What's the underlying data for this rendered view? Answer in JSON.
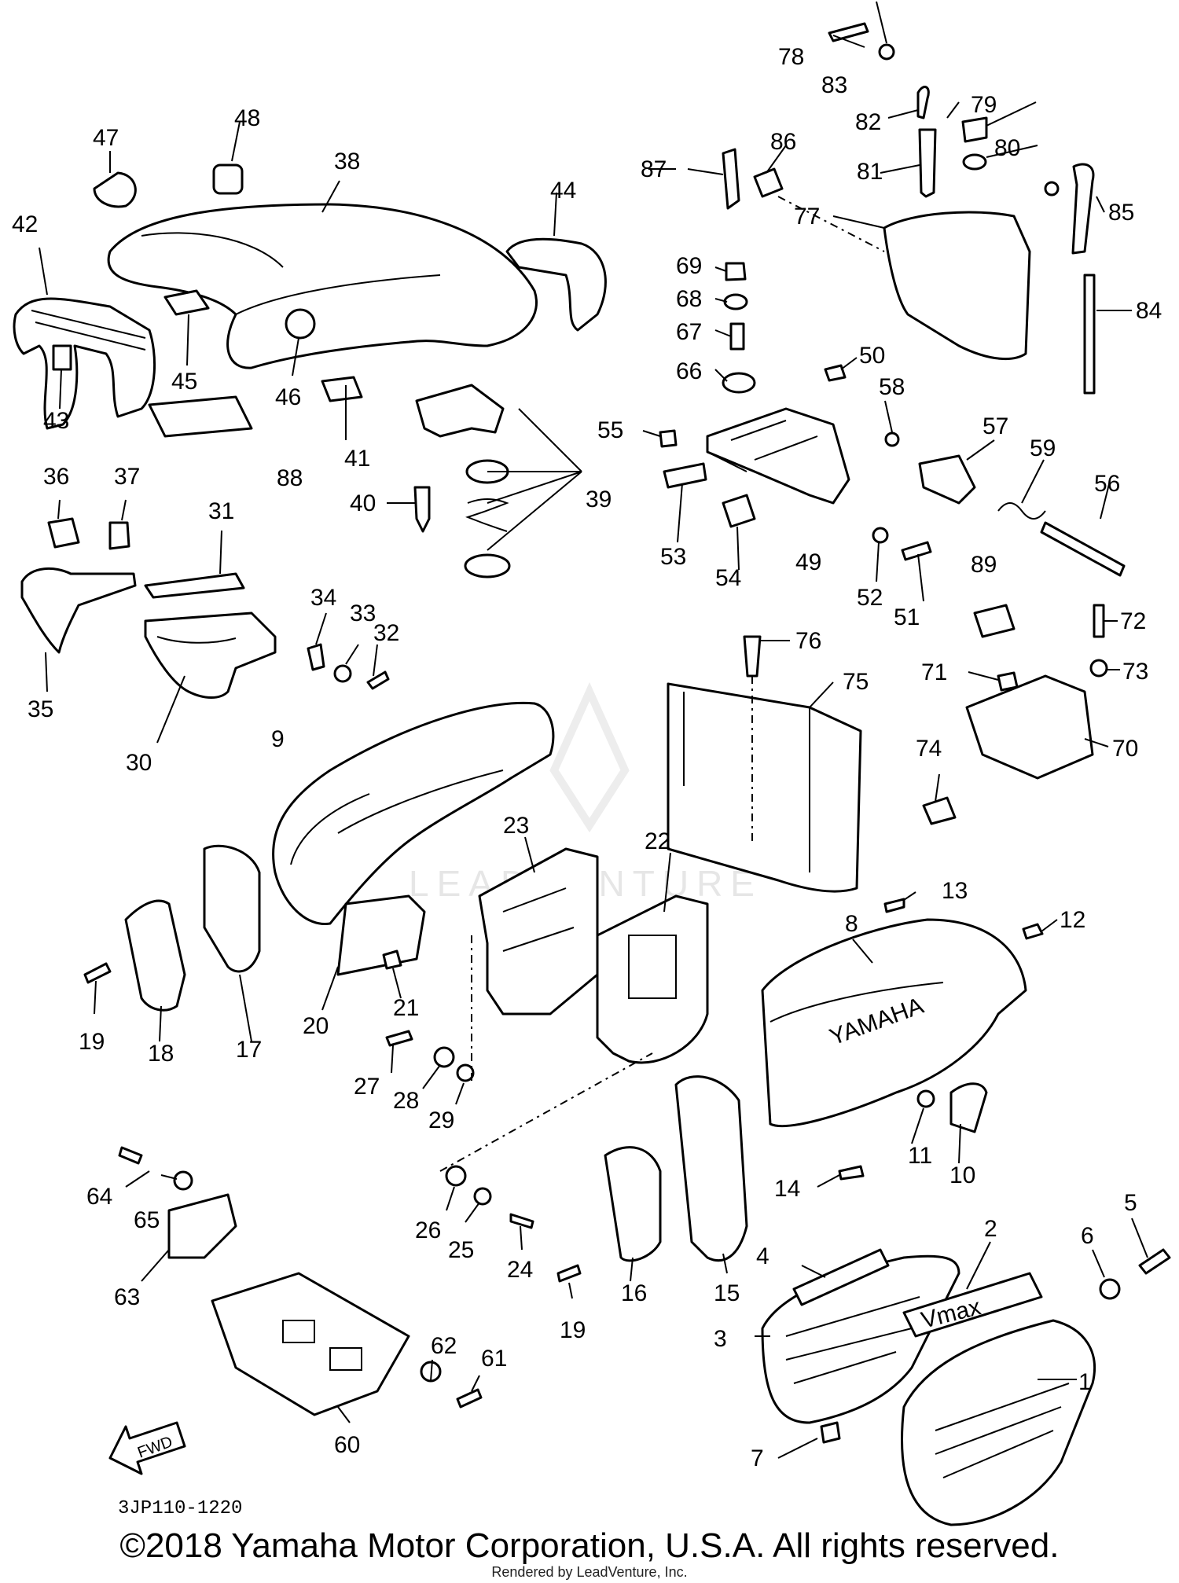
{
  "diagram": {
    "part_numbers": [
      "1",
      "2",
      "3",
      "4",
      "5",
      "6",
      "7",
      "8",
      "9",
      "10",
      "11",
      "12",
      "13",
      "14",
      "15",
      "16",
      "17",
      "18",
      "19",
      "20",
      "21",
      "22",
      "23",
      "24",
      "25",
      "26",
      "27",
      "28",
      "29",
      "30",
      "31",
      "32",
      "33",
      "34",
      "35",
      "36",
      "37",
      "38",
      "39",
      "40",
      "41",
      "42",
      "43",
      "44",
      "45",
      "46",
      "47",
      "48",
      "49",
      "50",
      "51",
      "52",
      "53",
      "54",
      "55",
      "56",
      "57",
      "58",
      "59",
      "60",
      "61",
      "62",
      "63",
      "64",
      "65",
      "66",
      "67",
      "68",
      "69",
      "70",
      "71",
      "72",
      "73",
      "74",
      "75",
      "76",
      "77",
      "78",
      "79",
      "80",
      "81",
      "82",
      "83",
      "84",
      "85",
      "86",
      "87",
      "88",
      "89"
    ],
    "emblem_text": "YAMAHA",
    "badge_text": "Vmax",
    "arrow_text": "FWD",
    "watermark_text": "LEADVENTURE"
  },
  "footer": {
    "diagram_code": "3JP110-1220",
    "copyright": "©2018 Yamaha Motor Corporation, U.S.A. All rights reserved.",
    "rendered_by": "Rendered by LeadVenture, Inc."
  }
}
